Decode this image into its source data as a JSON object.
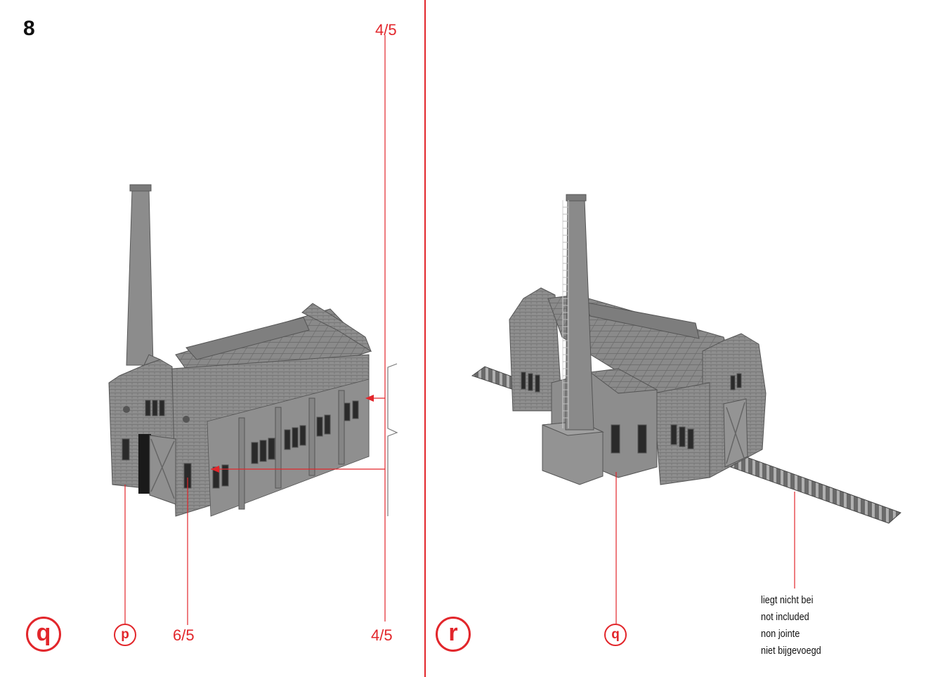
{
  "page": {
    "number": "8"
  },
  "left_panel": {
    "step_label": "q",
    "top_ref": "4/5",
    "callouts": {
      "sub_step": "p",
      "part_ref_a": "6/5",
      "part_ref_b": "4/5"
    }
  },
  "right_panel": {
    "step_label": "r",
    "callouts": {
      "sub_step": "q"
    },
    "note_lines": [
      "liegt nicht bei",
      "not included",
      "non jointe",
      "niet bijgevoegd"
    ]
  },
  "colors": {
    "accent": "#e2262b",
    "model_gray": "#8d8d8d",
    "text": "#111111"
  }
}
